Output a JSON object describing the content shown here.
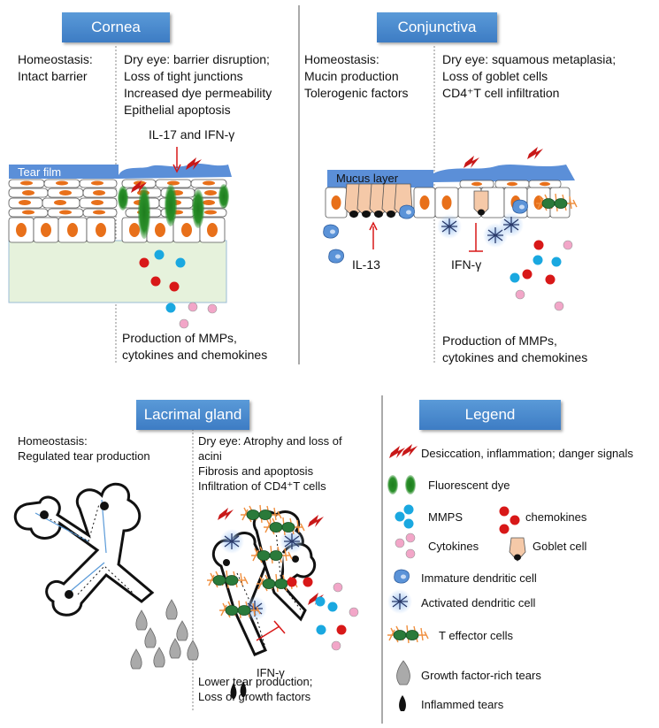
{
  "cornea": {
    "header": "Cornea",
    "homeostasis": [
      "Homeostasis:",
      "Intact barrier"
    ],
    "dry_eye": [
      "Dry eye: barrier disruption;",
      "Loss of tight junctions",
      "Increased dye permeability",
      "Epithelial apoptosis"
    ],
    "il17_label": "IL-17 and IFN-γ",
    "tear_film_label": "Tear film",
    "production": [
      "Production of MMPs,",
      "cytokines and chemokines"
    ]
  },
  "conjunctiva": {
    "header": "Conjunctiva",
    "homeostasis": [
      "Homeostasis:",
      "Mucin production",
      "Tolerogenic factors"
    ],
    "dry_eye": [
      "Dry eye:  squamous metaplasia;",
      "Loss of goblet cells",
      "CD4⁺T cell infiltration"
    ],
    "mucus_label": "Mucus layer",
    "il13_label": "IL-13",
    "ifn_label": "IFN-γ",
    "production": [
      "Production of MMPs,",
      "cytokines and chemokines"
    ]
  },
  "lacrimal": {
    "header": "Lacrimal gland",
    "homeostasis": [
      "Homeostasis:",
      "Regulated  tear production"
    ],
    "dry_eye": [
      "Dry eye: Atrophy and loss of",
      "acini",
      "Fibrosis and apoptosis",
      "Infiltration of CD4⁺T cells"
    ],
    "ifn_label": "IFN-γ",
    "lower": [
      "Lower tear production;",
      "Loss of growth factors"
    ]
  },
  "legend": {
    "header": "Legend",
    "items": {
      "desiccation": "Desiccation, inflammation; danger signals",
      "dye": "Fluorescent dye",
      "mmps": "MMPS",
      "chemokines": "chemokines",
      "cytokines": "Cytokines",
      "goblet": "Goblet cell",
      "immature_dc": "Immature dendritic cell",
      "activated_dc": "Activated dendritic cell",
      "t_effector": "T effector cells",
      "gf_tears": "Growth factor-rich tears",
      "inflamed_tears": "Inflammed tears"
    }
  },
  "colors": {
    "header_blue": "#4a8bd0",
    "tear_film_blue": "#5b8fd8",
    "nucleus_orange": "#e8701a",
    "dye_green": "#1e7d1e",
    "mmp_cyan": "#1aa8e0",
    "chemokine_red": "#d81818",
    "cytokine_pink": "#f2a6c8",
    "stroma_green": "#e6f2dc",
    "lightning_red": "#c81818"
  }
}
